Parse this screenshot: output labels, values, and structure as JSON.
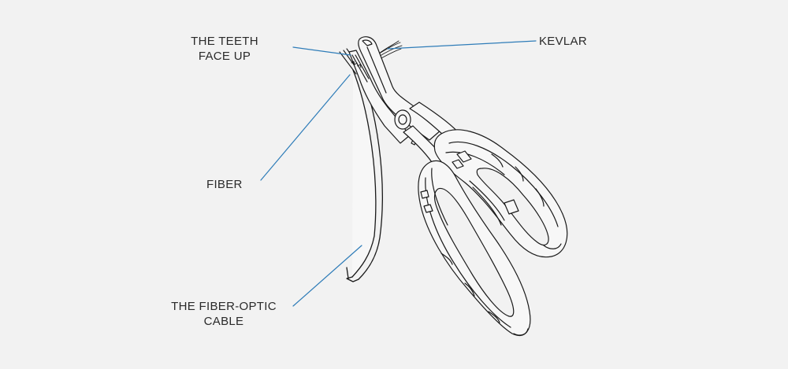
{
  "diagram": {
    "labels": {
      "teeth": [
        "THE TEETH",
        "FACE UP"
      ],
      "kevlar": "KEVLAR",
      "fiber": "FIBER",
      "cable": [
        "THE FIBER-OPTIC",
        "CABLE"
      ]
    },
    "colors": {
      "background": "#f2f2f2",
      "leader": "#2e7cb8",
      "ink": "#1a1a1a"
    }
  }
}
